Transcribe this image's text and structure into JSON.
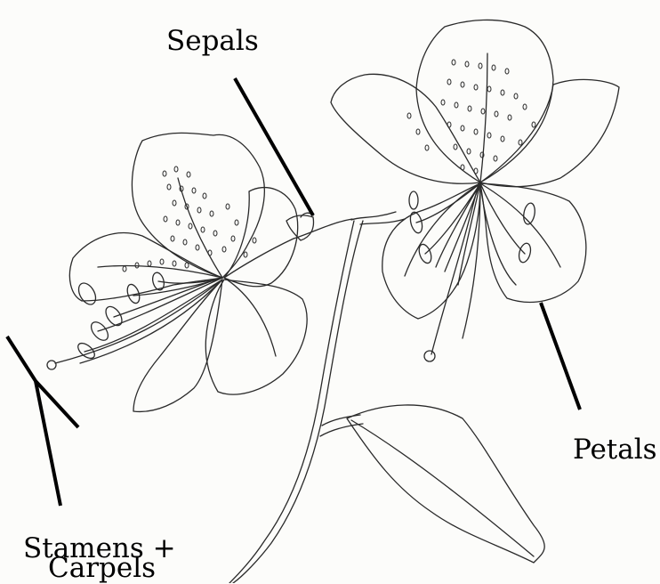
{
  "labels": {
    "sepals": "Sepals",
    "petals": "Petals",
    "stamens_line1": "Stamens +",
    "stamens_line2": "Carpels"
  },
  "colors": {
    "background": "#fcfcfa",
    "ink": "#000000",
    "sketch": "#2a2a2a"
  }
}
